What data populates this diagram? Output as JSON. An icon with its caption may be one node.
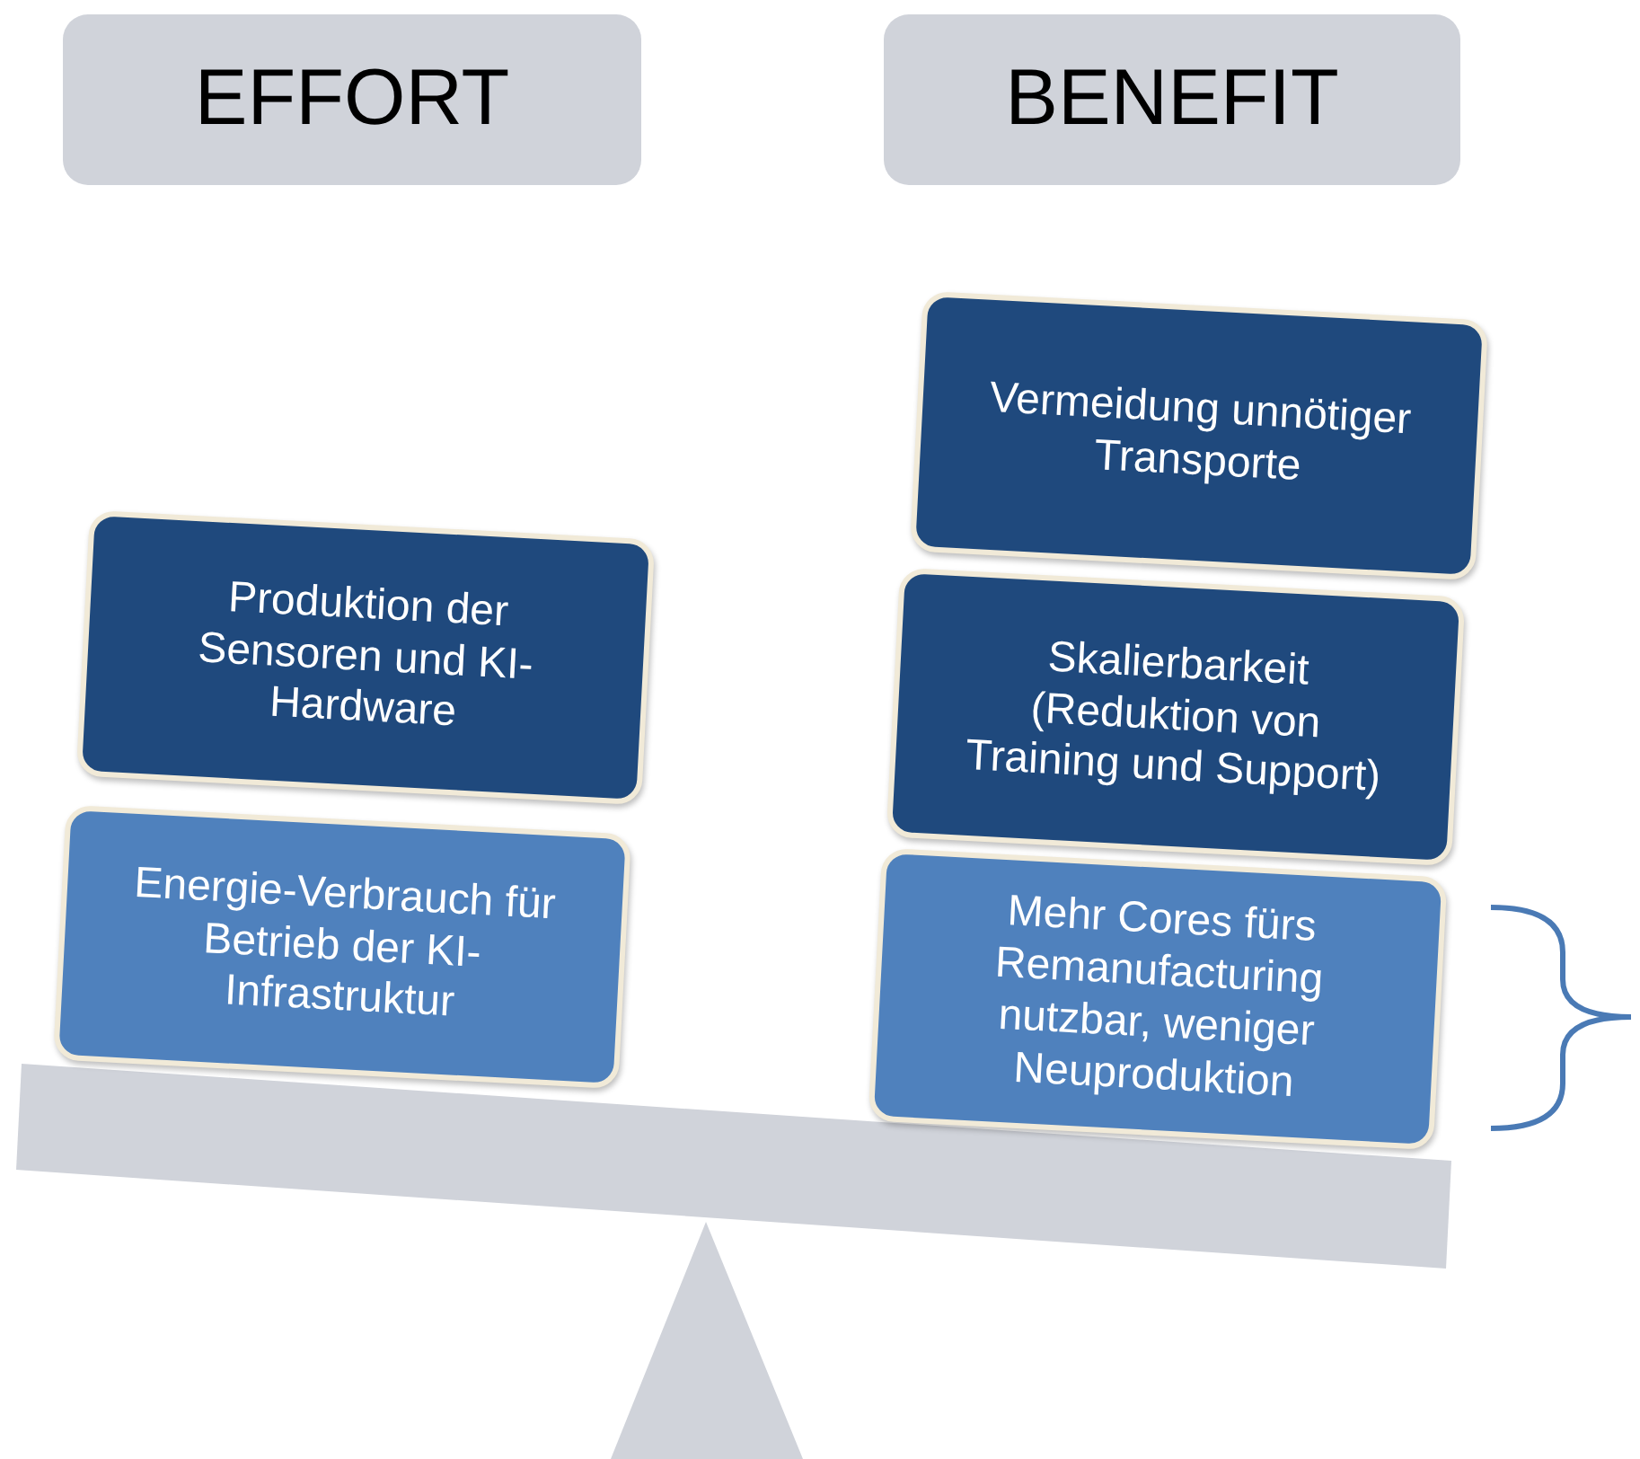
{
  "diagram": {
    "nodes": [
      {
        "text": [
          "EFFORT"
        ]
      },
      {
        "text": [
          "BENEFIT"
        ]
      },
      {
        "text": [
          "Produktion der Sensoren und KI-Hardware"
        ]
      },
      {
        "text": [
          "Energie-Verbrauch für Betrieb der KI-Infrastruktur"
        ]
      },
      {
        "text": [
          "Vermeidung unnötiger Transporte"
        ]
      },
      {
        "text": [
          "Skalierbarkeit (Reduktion von Training und Support)"
        ]
      },
      {
        "text": [
          "Mehr Cores fürs Remanufacturing nutzbar, weniger Neuproduktion"
        ]
      }
    ],
    "edges": []
  }
}
